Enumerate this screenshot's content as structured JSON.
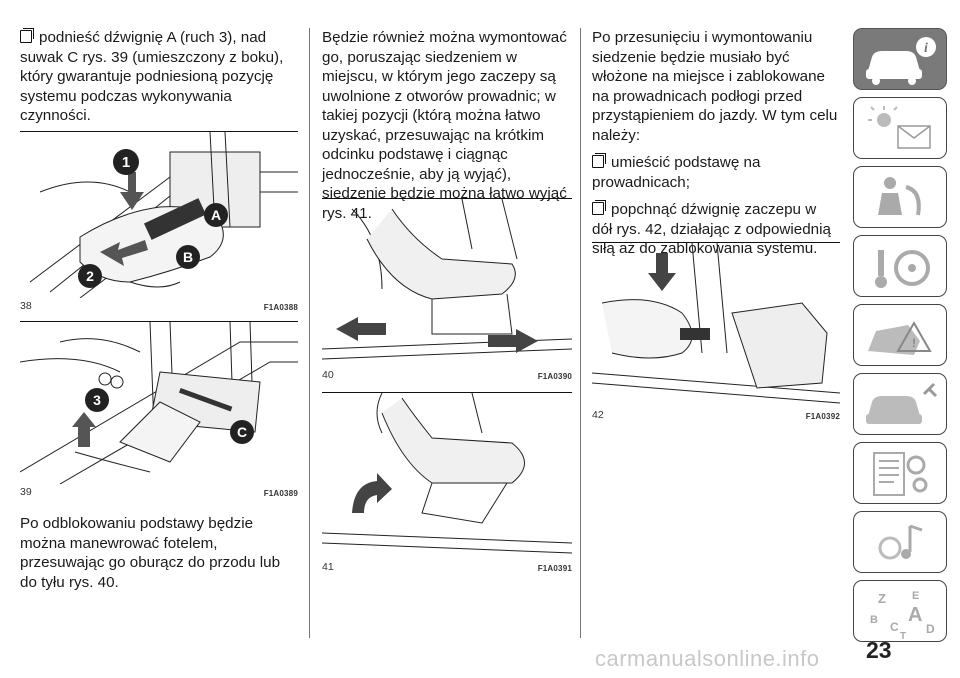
{
  "col1": {
    "p1": "podnieść dźwignię A (ruch 3), nad suwak C rys. 39 (umieszczony z boku), który gwarantuje podniesioną pozycję systemu podczas wykonywania czynności.",
    "p2": "Po odblokowaniu podstawy będzie można manewrować fotelem, przesuwając go oburącz do przodu lub do tyłu rys. 40."
  },
  "col2": {
    "p1": "Będzie również można wymontować go, poruszając siedzeniem w miejscu, w którym jego zaczepy są uwolnione z otworów prowadnic; w takiej pozycji (którą można łatwo uzyskać, przesuwając na krótkim odcinku podstawę i ciągnąc jednocześnie, aby ją wyjąć), siedzenie będzie można łatwo wyjąć rys. 41."
  },
  "col3": {
    "p1": "Po przesunięciu i wymontowaniu siedzenie będzie musiało być włożone na miejsce i zablokowane na prowadnicach podłogi przed przystąpieniem do jazdy. W tym celu należy:",
    "b1": "umieścić podstawę na prowadnicach;",
    "b2": "popchnąć dźwignię zaczepu w dół rys. 42, działając z odpowiednią siłą aż do zablokowania systemu."
  },
  "figures": {
    "f38": {
      "num": "38",
      "code": "F1A0388",
      "callouts": [
        "1",
        "A",
        "B",
        "2"
      ]
    },
    "f39": {
      "num": "39",
      "code": "F1A0389",
      "callouts": [
        "3",
        "C"
      ]
    },
    "f40": {
      "num": "40",
      "code": "F1A0390"
    },
    "f41": {
      "num": "41",
      "code": "F1A0391"
    },
    "f42": {
      "num": "42",
      "code": "F1A0392"
    }
  },
  "sidebar": {
    "icons": [
      "car-info-icon",
      "warning-lights-icon",
      "safety-seat-airbag-icon",
      "starting-driving-icon",
      "emergency-icon",
      "maintenance-car-icon",
      "technical-specs-icon",
      "multimedia-icon",
      "index-icon"
    ],
    "index_letters": [
      "Z",
      "E",
      "B",
      "A",
      "C",
      "D",
      "T"
    ]
  },
  "page_number": "23",
  "watermark": "carmanualsonline.info"
}
